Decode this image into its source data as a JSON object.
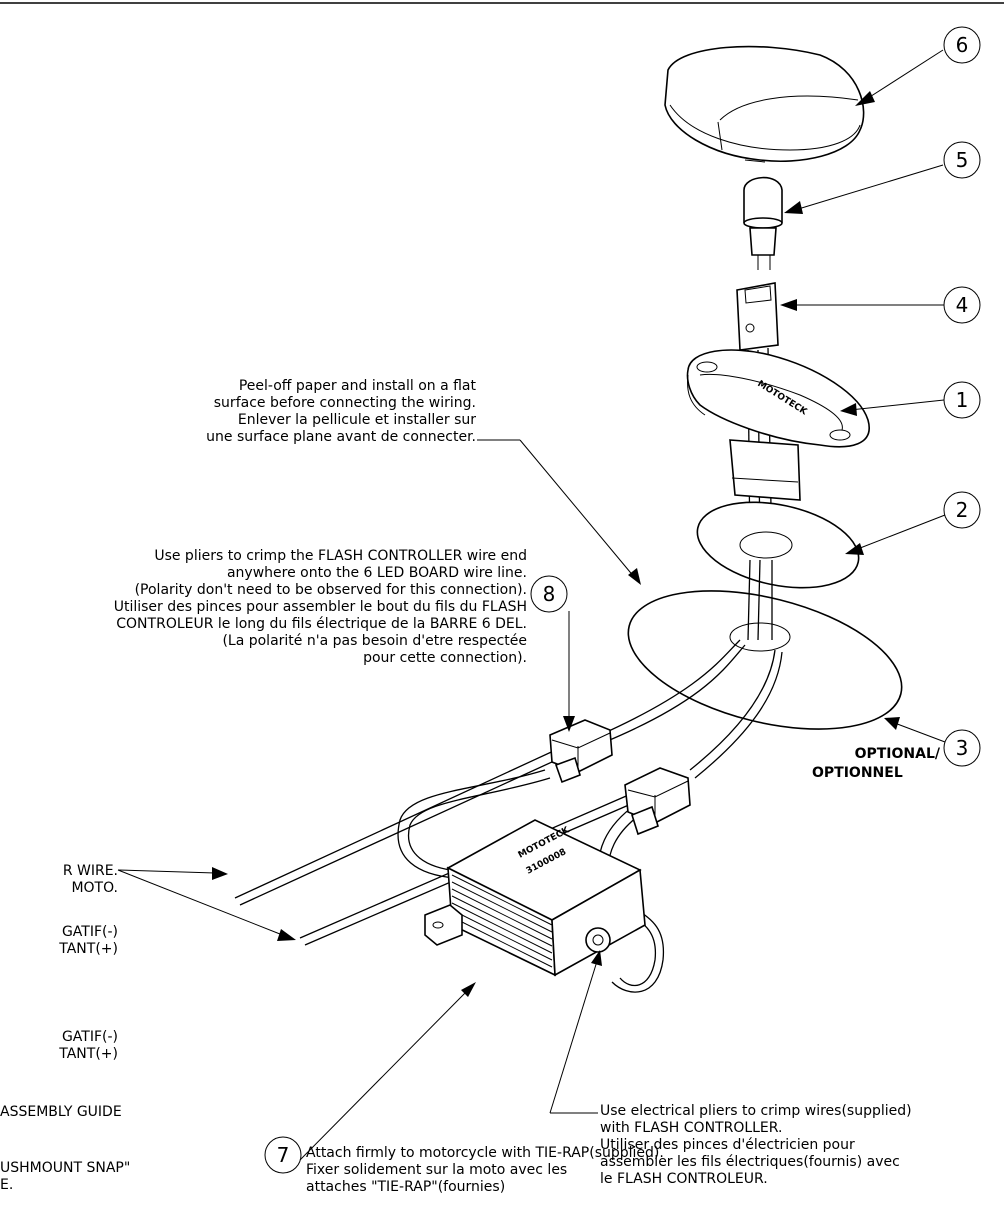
{
  "callouts": [
    {
      "id": "6",
      "label": "6"
    },
    {
      "id": "5",
      "label": "5"
    },
    {
      "id": "4",
      "label": "4"
    },
    {
      "id": "1",
      "label": "1"
    },
    {
      "id": "2",
      "label": "2"
    },
    {
      "id": "3",
      "label": "3"
    },
    {
      "id": "8",
      "label": "8"
    },
    {
      "id": "7",
      "label": "7"
    }
  ],
  "optional": {
    "line1": "OPTIONAL/",
    "line2": "OPTIONNEL"
  },
  "notes": {
    "peel": [
      "Peel-off paper and install on a flat",
      "surface before connecting the wiring.",
      "Enlever la pellicule et installer sur",
      "une surface plane avant de connecter."
    ],
    "pliers": [
      "Use pliers to crimp the FLASH CONTROLLER wire end",
      "anywhere onto the 6 LED BOARD wire line.",
      "(Polarity don't need to be observed for this connection).",
      "Utiliser des pinces pour assembler le bout du fils du FLASH",
      "CONTROLEUR le long du fils électrique de la BARRE 6 DEL.",
      "(La polarité n'a pas besoin d'etre respectée",
      "pour cette connection)."
    ],
    "electrical": [
      "Use electrical pliers to crimp wires(supplied)",
      "with FLASH CONTROLLER.",
      "Utiliser des pinces d'électricien pour",
      "assembler les fils électriques(fournis) avec",
      "le FLASH CONTROLEUR."
    ],
    "tierap": [
      "Attach firmly to motorcycle with TIE-RAP(supplied).",
      "Fixer solidement sur la moto avec les",
      "attaches \"TIE-RAP\"(fournies)"
    ],
    "left_clipped": [
      "R WIRE.",
      "MOTO.",
      "GATIF(-)",
      "TANT(+)",
      "GATIF(-)",
      "TANT(+)",
      "ASSEMBLY GUIDE",
      "USHMOUNT SNAP\"",
      "E."
    ]
  },
  "embossed": {
    "base_brand": "MOTOTECK",
    "resistor_brand": "MOTOTECK",
    "resistor_code": "3100008"
  }
}
